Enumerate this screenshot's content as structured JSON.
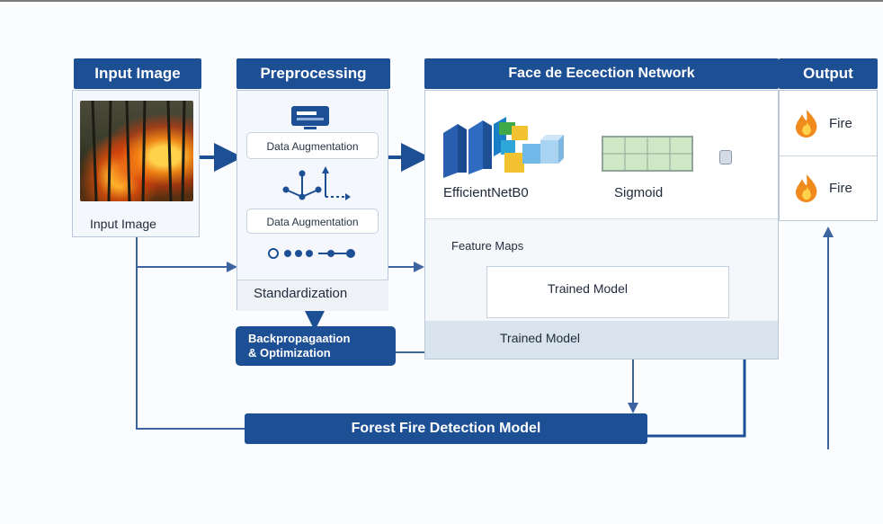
{
  "input": {
    "header": "Input Image",
    "caption": "Input Image"
  },
  "preprocessing": {
    "header": "Preprocessing",
    "step1": "Data Augmentation",
    "step2": "Data Augmentation",
    "step3": "Standardization"
  },
  "backprop": {
    "label": "Backpropagaation\n& Optimization"
  },
  "network": {
    "header": "Face de Eecection Network",
    "backbone_label": "EfficientNetB0",
    "activation_label": "Sigmoid",
    "feature_maps_label": "Feature Maps",
    "trained_model_label_1": "Trained Model",
    "trained_model_label_2": "Trained Model"
  },
  "output": {
    "header": "Output",
    "result1": "Fire",
    "result2": "Fire"
  },
  "footer": {
    "label": "Forest Fire Detection Model"
  },
  "colors": {
    "primary": "#1d4f95",
    "panel": "#f4f7fb",
    "border": "#b9c7d8",
    "fire": "#f08a1c"
  },
  "icons": [
    "monitor-icon",
    "network-graph-icon",
    "dots-chain-icon",
    "fire-icon"
  ]
}
